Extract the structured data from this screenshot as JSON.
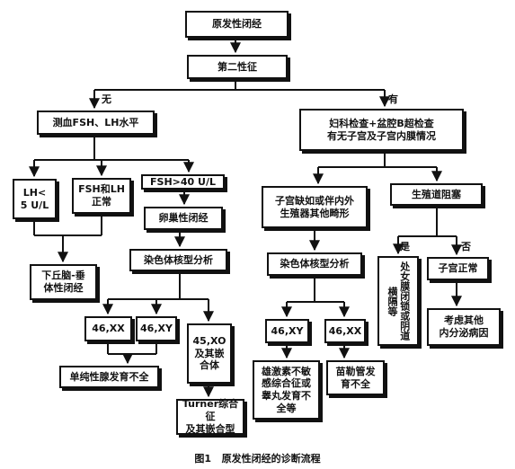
{
  "nodes": {
    "amenorrhea": "原发性闭经",
    "sex_char": "第二性征",
    "measure_fsh_lh": "测血FSH、LH水平",
    "gyn_exam": "妇科检查+盆腔B超检查\n有无子宫及子宫内膜情况",
    "lh_low": "LH<\n5 U/L",
    "fsh_lh_normal": "FSH和LH\n正常",
    "fsh_high": "FSH>40 U/L",
    "ovarian": "卵巢性闭经",
    "hypo_pit": "下丘脑-垂\n体性闭经",
    "karyo_left": "染色体核型分析",
    "k46xx": "46,XX",
    "k46xy_left": "46,XY",
    "k45xo": "45,XO\n及其嵌\n合体",
    "gonadal": "单纯性腺发育不全",
    "turner": "Turner综合征\n及其嵌合型",
    "uterus_absent": "子宫缺如或伴内外\n生殖器其他畸形",
    "tract_block": "生殖道阻塞",
    "karyo_right": "染色体核型分析",
    "k46xy_right": "46,XY",
    "k46xx_right": "46,XX",
    "androgen": "雄激素不敏\n感综合征或\n睾丸发育不\n全等",
    "mullerian": "苗勒管发\n育不全",
    "hymen": "处女膜闭锁或阴道横隔等",
    "uterus_normal": "子宫正常",
    "other_endo": "考虑其他\n内分泌病因"
  },
  "labels": {
    "no": "无",
    "yes": "有",
    "shi": "是",
    "fou": "否"
  },
  "caption": "图1   原发性闭经的诊断流程"
}
